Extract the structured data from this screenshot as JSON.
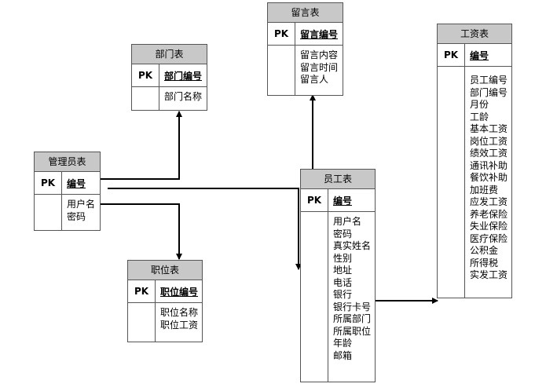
{
  "tables": {
    "liuyan": {
      "title": "留言表",
      "pk_label": "PK",
      "pk_field": "留言编号",
      "fields": [
        "留言内容",
        "留言时间",
        "留言人"
      ]
    },
    "bumen": {
      "title": "部门表",
      "pk_label": "PK",
      "pk_field": "部门编号",
      "fields": [
        "部门名称"
      ]
    },
    "guanli": {
      "title": "管理员表",
      "pk_label": "PK",
      "pk_field": "编号",
      "fields": [
        "用户名",
        "密码"
      ]
    },
    "zhiwei": {
      "title": "职位表",
      "pk_label": "PK",
      "pk_field": "职位编号",
      "fields": [
        "职位名称",
        "职位工资"
      ]
    },
    "yuangong": {
      "title": "员工表",
      "pk_label": "PK",
      "pk_field": "编号",
      "fields": [
        "用户名",
        "密码",
        "真实姓名",
        "性别",
        "地址",
        "电话",
        "银行",
        "银行卡号",
        "所属部门",
        "所属职位",
        "年龄",
        "邮箱"
      ]
    },
    "gongzi": {
      "title": "工资表",
      "pk_label": "PK",
      "pk_field": "编号",
      "fields": [
        "员工编号",
        "部门编号",
        "月份",
        "工龄",
        "基本工资",
        "岗位工资",
        "绩效工资",
        "通讯补助",
        "餐饮补助",
        "加班费",
        "应发工资",
        "养老保险",
        "失业保险",
        "医疗保险",
        "公积金",
        "所得税",
        "实发工资"
      ]
    }
  }
}
